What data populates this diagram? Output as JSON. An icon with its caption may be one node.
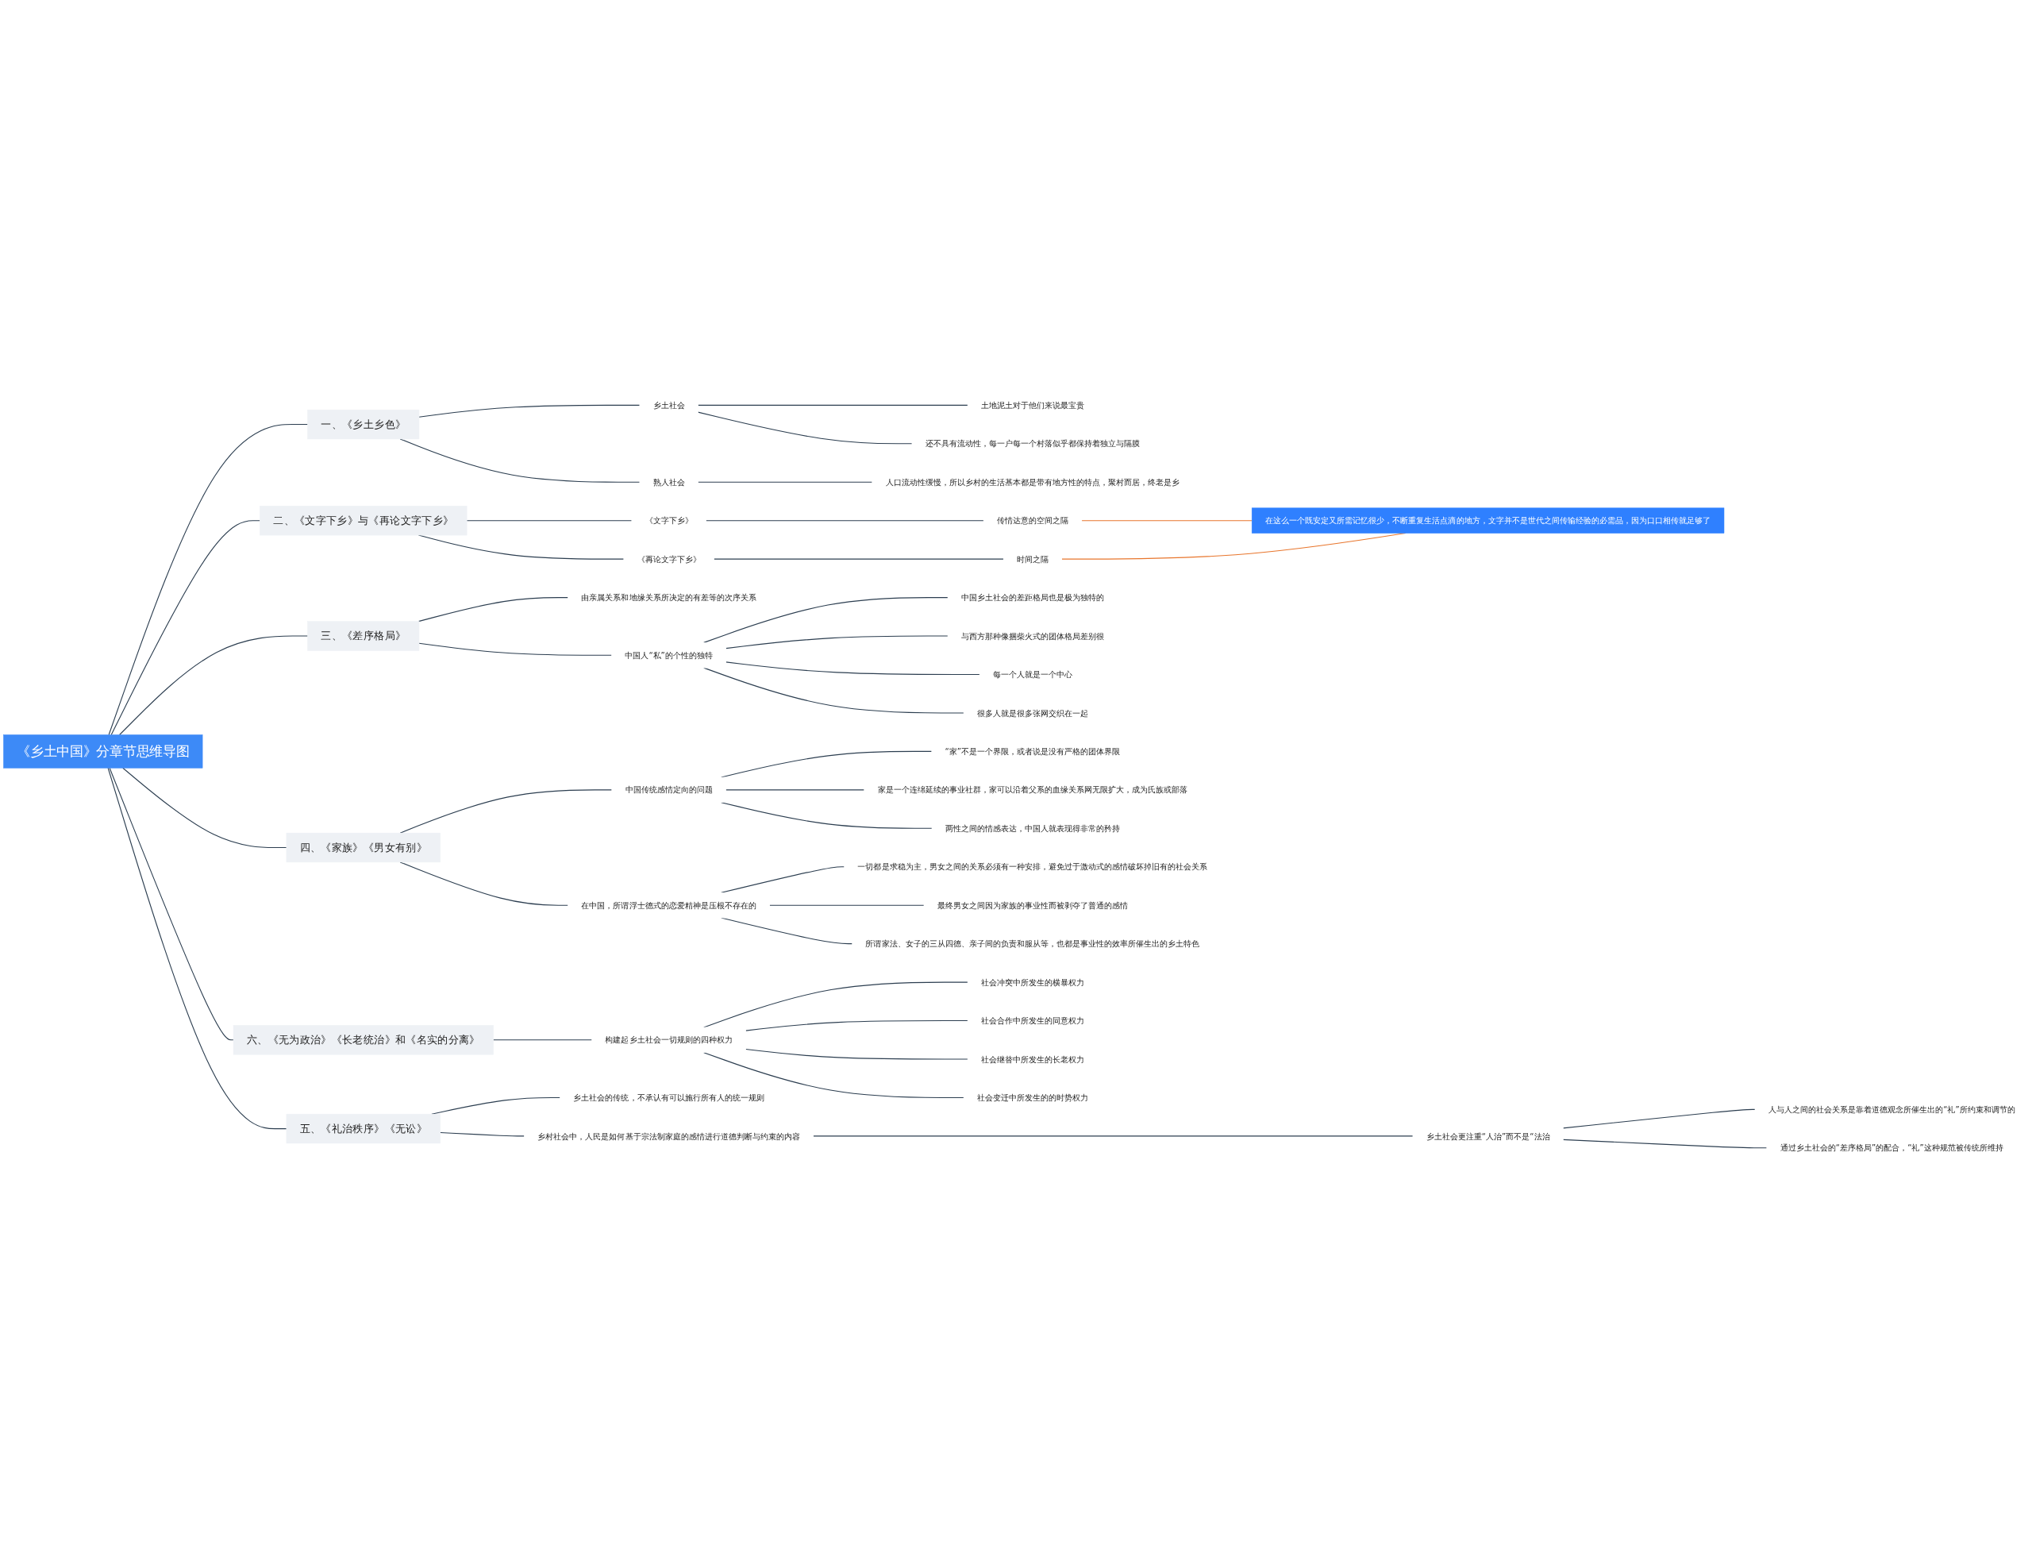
{
  "diagram": {
    "nodes": [
      {
        "text": [
          "《乡土中国》分章节思维导图"
        ]
      },
      {
        "text": [
          "一、《乡土乡色》"
        ]
      },
      {
        "text": [
          "乡土社会"
        ]
      },
      {
        "text": [
          "土地泥土对于他们来说最宝贵"
        ]
      },
      {
        "text": [
          "还不具有流动性，每一户每一个村落似乎都保持着独立与隔膜"
        ]
      },
      {
        "text": [
          "熟人社会"
        ]
      },
      {
        "text": [
          "人口流动性缓慢，所以乡村的生活基本都是带有地方性的特点，聚村而居，终老是乡"
        ]
      },
      {
        "text": [
          "二、《文字下乡》与《再论文字下乡》"
        ]
      },
      {
        "text": [
          "《文字下乡》"
        ]
      },
      {
        "text": [
          "传情达意的空间之隔"
        ]
      },
      {
        "text": [
          "《再论文字下乡》"
        ]
      },
      {
        "text": [
          "时间之隔"
        ]
      },
      {
        "text": [
          "在这么一个既安定又所需记忆很少，不断重复生活点滴的地方，文字并不是世代之间传输经验的必需品，因为口口相传就足够了"
        ]
      },
      {
        "text": [
          "三、《差序格局》"
        ]
      },
      {
        "text": [
          "由亲属关系和地缘关系所决定的有差等的次序关系"
        ]
      },
      {
        "text": [
          "中国人“私”的个性的独特"
        ]
      },
      {
        "text": [
          "中国乡土社会的差距格局也是极为独特的"
        ]
      },
      {
        "text": [
          "与西方那种像捆柴火式的团体格局差别很"
        ]
      },
      {
        "text": [
          "每一个人就是一个中心"
        ]
      },
      {
        "text": [
          "很多人就是很多张网交织在一起"
        ]
      },
      {
        "text": [
          "四、《家族》《男女有别》"
        ]
      },
      {
        "text": [
          "中国传统感情定向的问题"
        ]
      },
      {
        "text": [
          "“家”不是一个界限，或者说是没有严格的团体界限"
        ]
      },
      {
        "text": [
          "家是一个连绵延续的事业社群，家可以沿着父系的血缘关系网无限扩大，成为氏族或部落"
        ]
      },
      {
        "text": [
          "两性之间的情感表达，中国人就表现得非常的矜持"
        ]
      },
      {
        "text": [
          "在中国，所谓浮士德式的恋爱精神是压根不存在的"
        ]
      },
      {
        "text": [
          "一切都是求稳为主，男女之间的关系必须有一种安排，避免过于激动式的感情破坏掉旧有的社会关系"
        ]
      },
      {
        "text": [
          "最终男女之间因为家族的事业性而被剥夺了普通的感情"
        ]
      },
      {
        "text": [
          "所谓家法、女子的三从四德、亲子间的负责和服从等，也都是事业性的效率所催生出的乡土特色"
        ]
      },
      {
        "text": [
          "五、《礼治秩序》《无讼》"
        ]
      },
      {
        "text": [
          "乡村社会中，人民是如何基于宗法制家庭的感情进行道德判断与约束的内容"
        ]
      },
      {
        "text": [
          "乡土社会更注重“人治”而不是“法治"
        ]
      },
      {
        "text": [
          "人与人之间的社会关系是靠着道德观念所催生出的“礼”所约束和调节的"
        ]
      },
      {
        "text": [
          "通过乡土社会的“差序格局”的配合，“礼”这种规范被传统所维持"
        ]
      },
      {
        "text": [
          "乡土社会的传统，不承认有可以施行所有人的统一规则"
        ]
      },
      {
        "text": [
          "六、《无为政治》《长老统治》和《名实的分离》"
        ]
      },
      {
        "text": [
          "构建起乡土社会一切规则的四种权力"
        ]
      },
      {
        "text": [
          "社会冲突中所发生的横暴权力"
        ]
      },
      {
        "text": [
          "社会合作中所发生的同意权力"
        ]
      },
      {
        "text": [
          "社会继替中所发生的长老权力"
        ]
      },
      {
        "text": [
          "社会变迁中所发生的的时势权力"
        ]
      }
    ],
    "edges": [
      {
        "from": 0,
        "to": 1,
        "arrow": "none"
      },
      {
        "from": 1,
        "to": 2,
        "arrow": "none"
      },
      {
        "from": 2,
        "to": 3,
        "arrow": "none"
      },
      {
        "from": 2,
        "to": 4,
        "arrow": "none"
      },
      {
        "from": 1,
        "to": 5,
        "arrow": "none"
      },
      {
        "from": 5,
        "to": 6,
        "arrow": "none"
      },
      {
        "from": 0,
        "to": 7,
        "arrow": "none"
      },
      {
        "from": 7,
        "to": 8,
        "arrow": "none"
      },
      {
        "from": 8,
        "to": 9,
        "arrow": "none"
      },
      {
        "from": 7,
        "to": 10,
        "arrow": "none"
      },
      {
        "from": 10,
        "to": 11,
        "arrow": "none"
      },
      {
        "from": 9,
        "to": 12,
        "arrow": "none",
        "color": "#e8762d"
      },
      {
        "from": 11,
        "to": 12,
        "arrow": "none",
        "color": "#e8762d"
      },
      {
        "from": 0,
        "to": 13,
        "arrow": "none"
      },
      {
        "from": 13,
        "to": 14,
        "arrow": "none"
      },
      {
        "from": 13,
        "to": 15,
        "arrow": "none"
      },
      {
        "from": 15,
        "to": 16,
        "arrow": "none"
      },
      {
        "from": 15,
        "to": 17,
        "arrow": "none"
      },
      {
        "from": 15,
        "to": 18,
        "arrow": "none"
      },
      {
        "from": 15,
        "to": 19,
        "arrow": "none"
      },
      {
        "from": 0,
        "to": 20,
        "arrow": "none"
      },
      {
        "from": 20,
        "to": 21,
        "arrow": "none"
      },
      {
        "from": 21,
        "to": 22,
        "arrow": "none"
      },
      {
        "from": 21,
        "to": 23,
        "arrow": "none"
      },
      {
        "from": 21,
        "to": 24,
        "arrow": "none"
      },
      {
        "from": 20,
        "to": 25,
        "arrow": "none"
      },
      {
        "from": 25,
        "to": 26,
        "arrow": "none"
      },
      {
        "from": 25,
        "to": 27,
        "arrow": "none"
      },
      {
        "from": 25,
        "to": 28,
        "arrow": "none"
      },
      {
        "from": 0,
        "to": 29,
        "arrow": "none"
      },
      {
        "from": 29,
        "to": 30,
        "arrow": "none"
      },
      {
        "from": 30,
        "to": 31,
        "arrow": "none"
      },
      {
        "from": 31,
        "to": 32,
        "arrow": "none"
      },
      {
        "from": 31,
        "to": 33,
        "arrow": "none"
      },
      {
        "from": 29,
        "to": 34,
        "arrow": "none"
      },
      {
        "from": 0,
        "to": 35,
        "arrow": "none"
      },
      {
        "from": 35,
        "to": 36,
        "arrow": "none"
      },
      {
        "from": 36,
        "to": 37,
        "arrow": "none"
      },
      {
        "from": 36,
        "to": 38,
        "arrow": "none"
      },
      {
        "from": 36,
        "to": 39,
        "arrow": "none"
      },
      {
        "from": 36,
        "to": 40,
        "arrow": "none"
      }
    ]
  }
}
